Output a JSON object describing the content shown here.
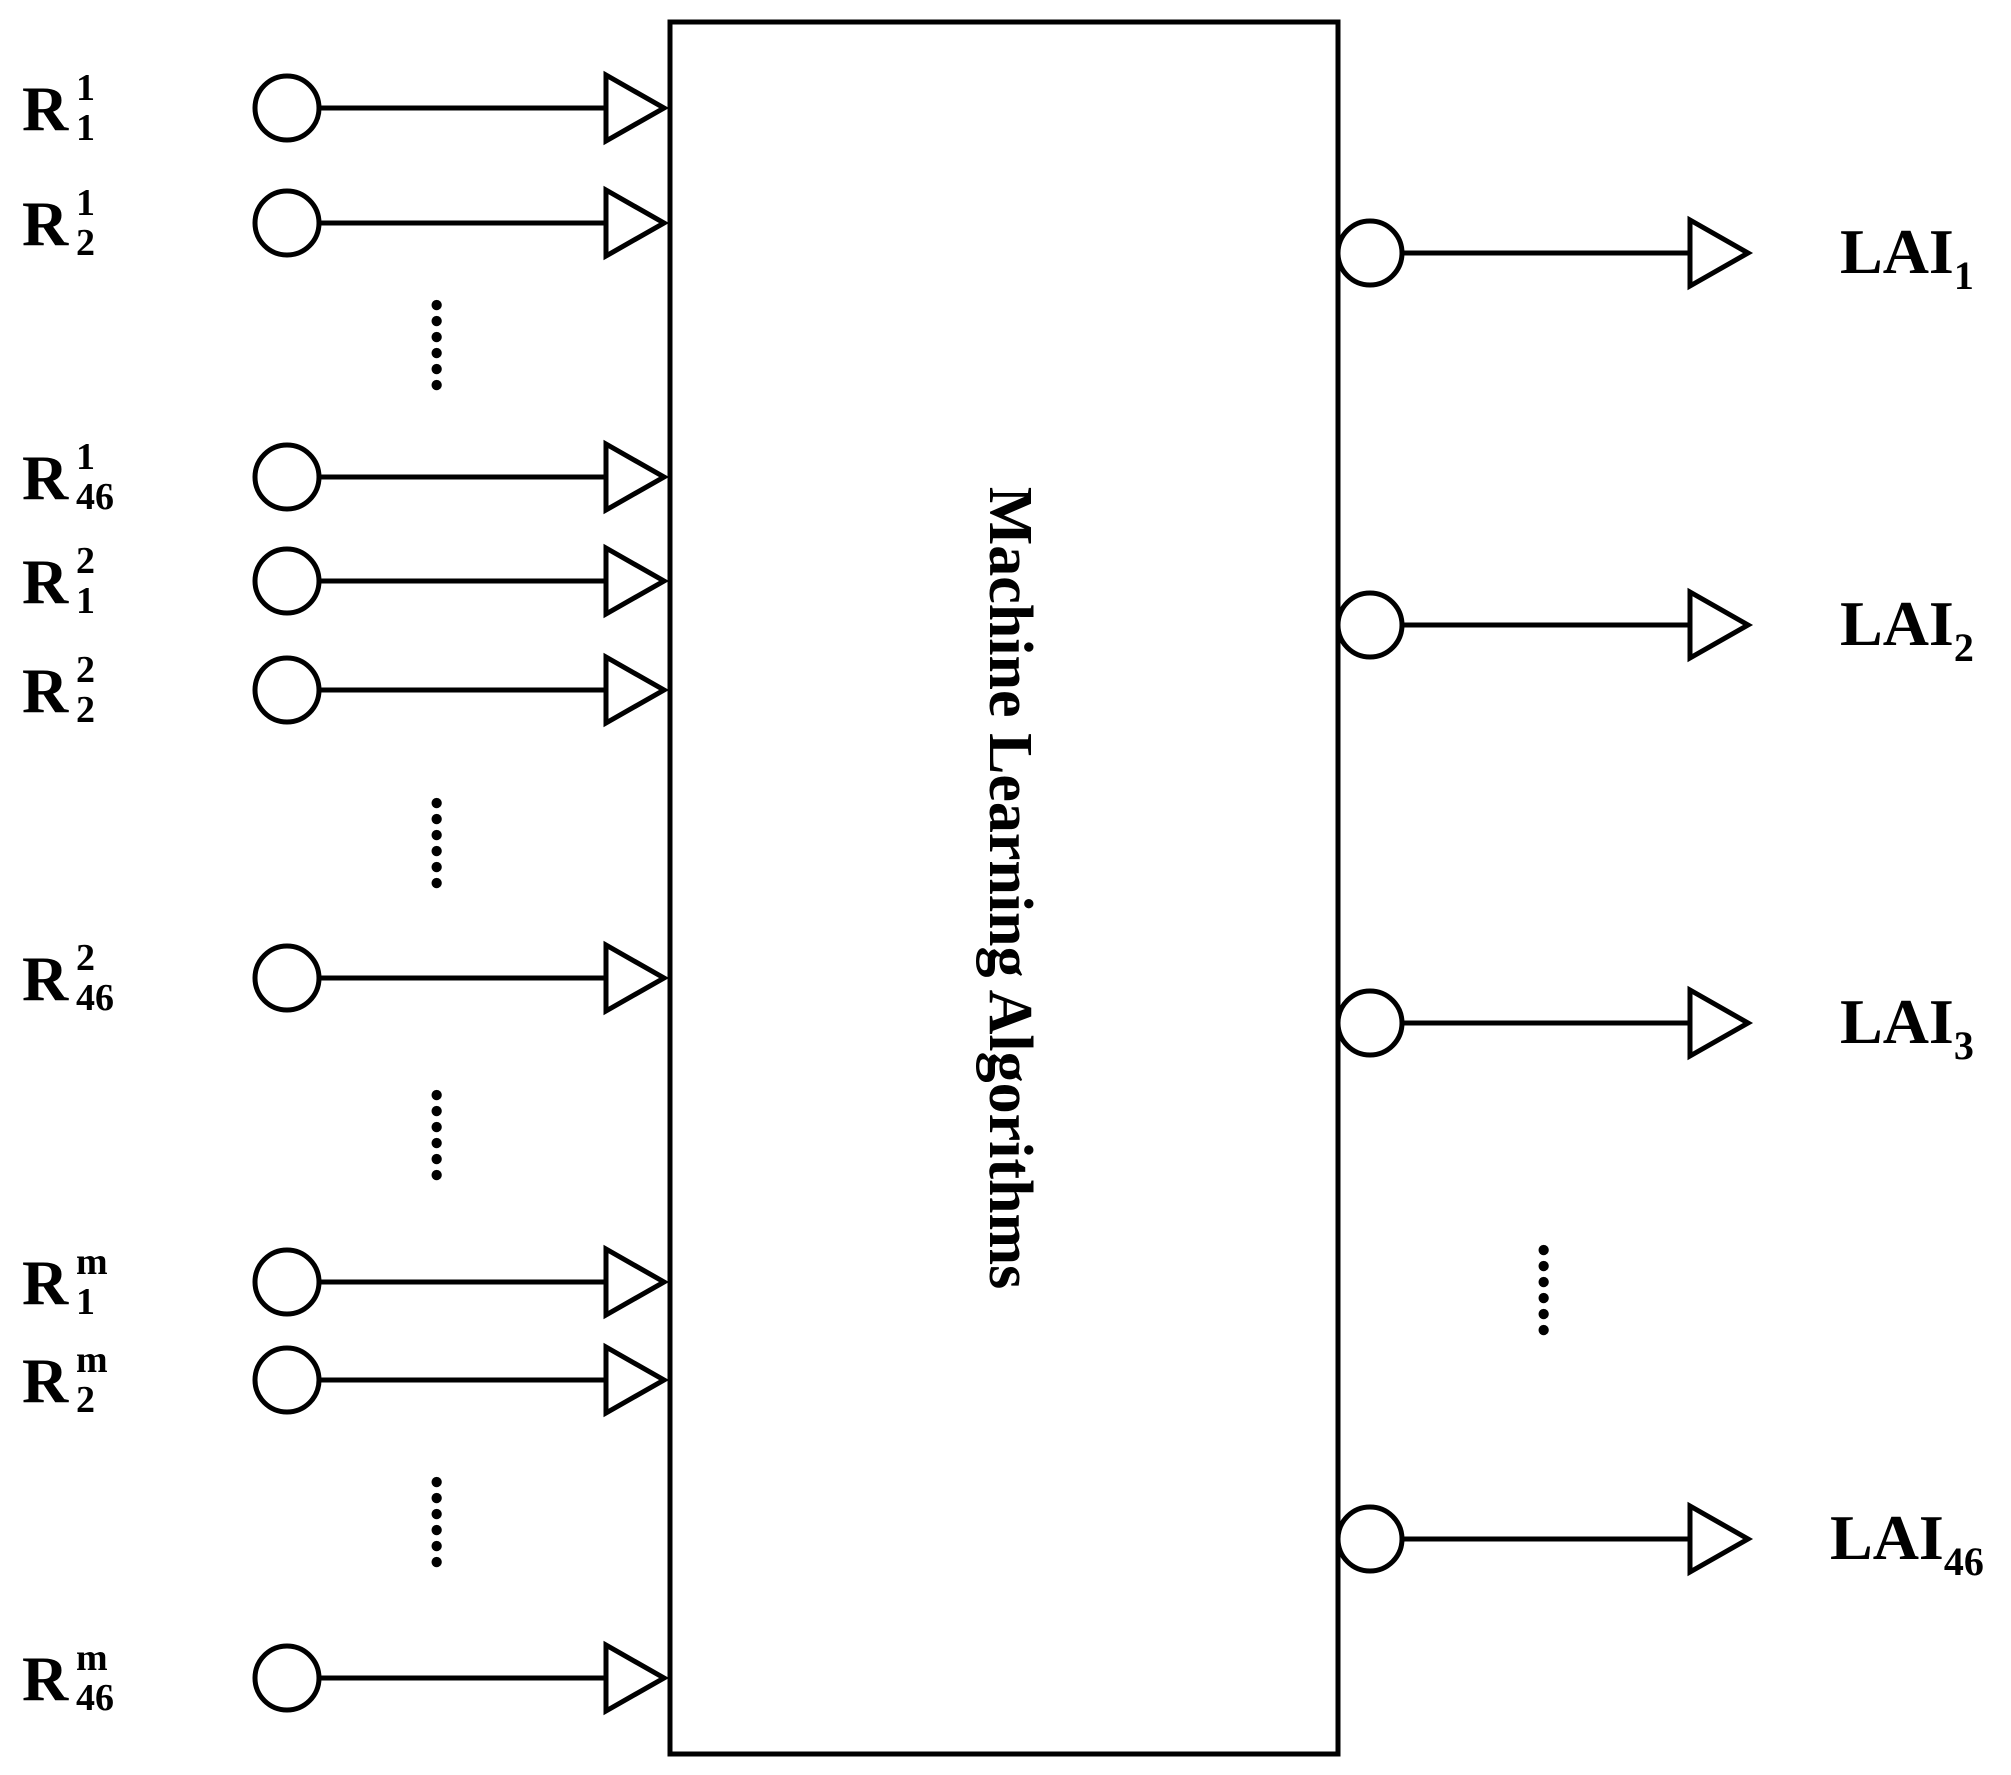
{
  "colors": {
    "stroke": "#000000",
    "background": "#ffffff"
  },
  "box_label": "Machine Learning Algorithms",
  "inputs": [
    {
      "base": "R",
      "sup": "1",
      "sub": "1"
    },
    {
      "base": "R",
      "sup": "1",
      "sub": "2"
    },
    {
      "base": "R",
      "sup": "1",
      "sub": "46"
    },
    {
      "base": "R",
      "sup": "2",
      "sub": "1"
    },
    {
      "base": "R",
      "sup": "2",
      "sub": "2"
    },
    {
      "base": "R",
      "sup": "2",
      "sub": "46"
    },
    {
      "base": "R",
      "sup": "m",
      "sub": "1"
    },
    {
      "base": "R",
      "sup": "m",
      "sub": "2"
    },
    {
      "base": "R",
      "sup": "m",
      "sub": "46"
    }
  ],
  "outputs": [
    {
      "base": "LAI",
      "sub": "1"
    },
    {
      "base": "LAI",
      "sub": "2"
    },
    {
      "base": "LAI",
      "sub": "3"
    },
    {
      "base": "LAI",
      "sub": "46"
    }
  ],
  "ellipsis": "......"
}
